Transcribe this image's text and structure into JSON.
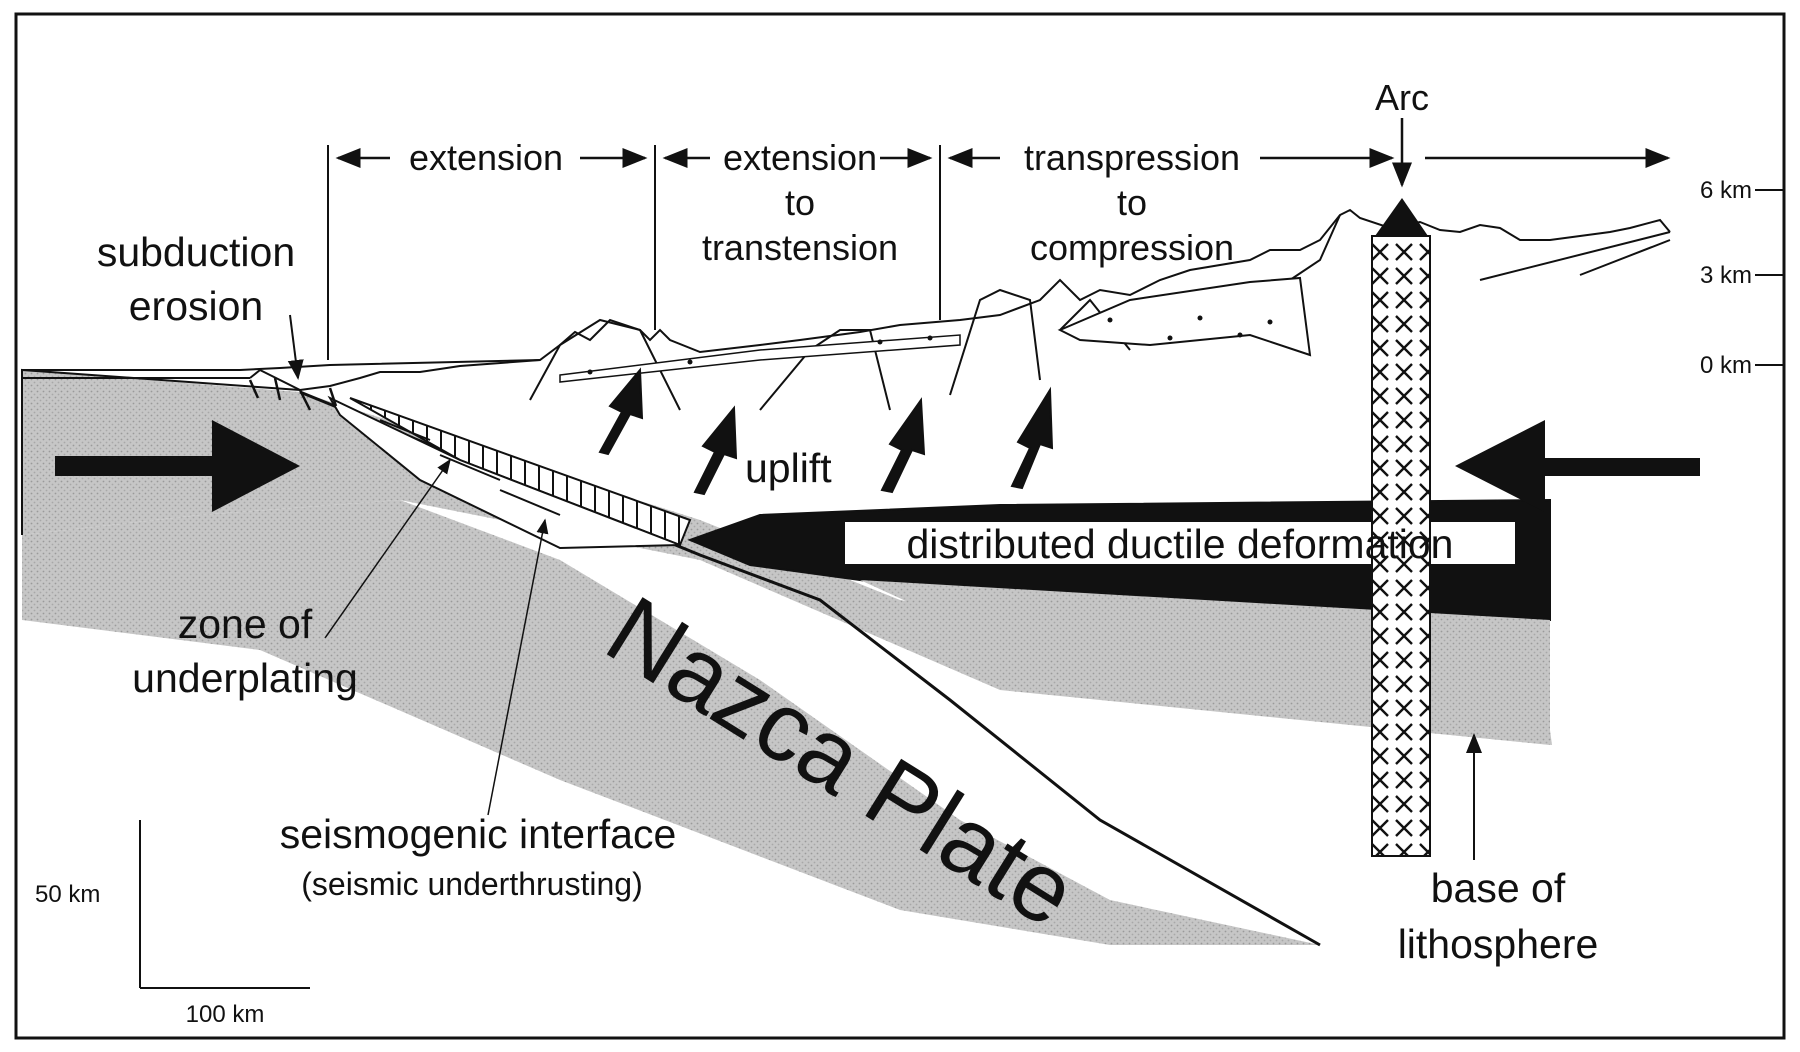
{
  "labels": {
    "arc": "Arc",
    "extension": "extension",
    "ext_transtension_1": "extension",
    "ext_transtension_2": "to",
    "ext_transtension_3": "transtension",
    "transpression_1": "transpression",
    "transpression_2": "to",
    "transpression_3": "compression",
    "subduction_1": "subduction",
    "subduction_2": "erosion",
    "uplift": "uplift",
    "distributed": "distributed ductile deformation",
    "zone_1": "zone of",
    "zone_2": "underplating",
    "nazca": "Nazca Plate",
    "seismo_1": "seismogenic interface",
    "seismo_2": "(seismic underthrusting)",
    "base_1": "base of",
    "base_2": "lithosphere",
    "scale_v": "50 km",
    "scale_h": "100 km"
  },
  "elevation_ticks": [
    "6 km",
    "3 km",
    "0 km"
  ],
  "colors": {
    "lithosphere_gray": "#c4c4c4",
    "plate_gray": "#bdbdbd",
    "ductile_black": "#111111",
    "line": "#111111"
  }
}
